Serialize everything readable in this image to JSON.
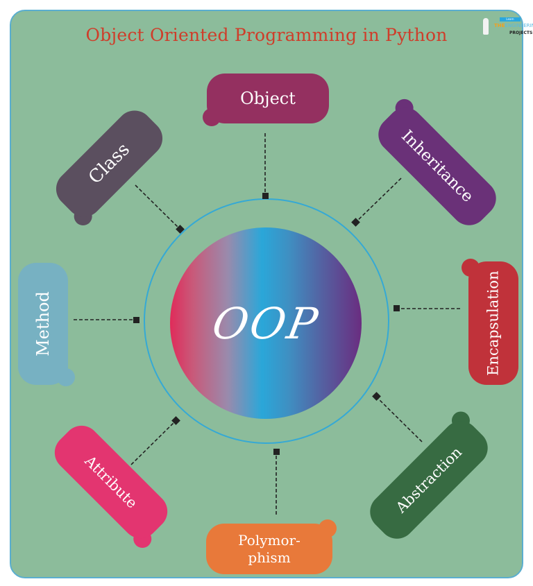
{
  "title": "Object Oriented Programming in Python",
  "logo": {
    "badge": "Learn",
    "name_highlight": "THE",
    "name_rest": "ENGINEERING",
    "sub": "PROJECTS"
  },
  "center": {
    "label": "OOP"
  },
  "concepts": [
    {
      "id": "object",
      "label": "Object",
      "color": "#943060"
    },
    {
      "id": "inheritance",
      "label": "Inheritance",
      "color": "#6a3178"
    },
    {
      "id": "encapsulation",
      "label": "Encapsulation",
      "color": "#c0323a"
    },
    {
      "id": "abstraction",
      "label": "Abstraction",
      "color": "#376b42"
    },
    {
      "id": "polymorphism",
      "label": "Polymorphism",
      "line1": "Polymor-",
      "line2": "phism",
      "color": "#e8793a"
    },
    {
      "id": "attribute",
      "label": "Attribute",
      "color": "#e33570"
    },
    {
      "id": "method",
      "label": "Method",
      "color": "#77b1c2"
    },
    {
      "id": "class",
      "label": "Class",
      "color": "#5b4f5f"
    }
  ],
  "colors": {
    "background": "#8cbc9b",
    "border": "#5aaecf",
    "title": "#cf3d2a",
    "ring": "#35a9d5",
    "connector": "#222222"
  }
}
